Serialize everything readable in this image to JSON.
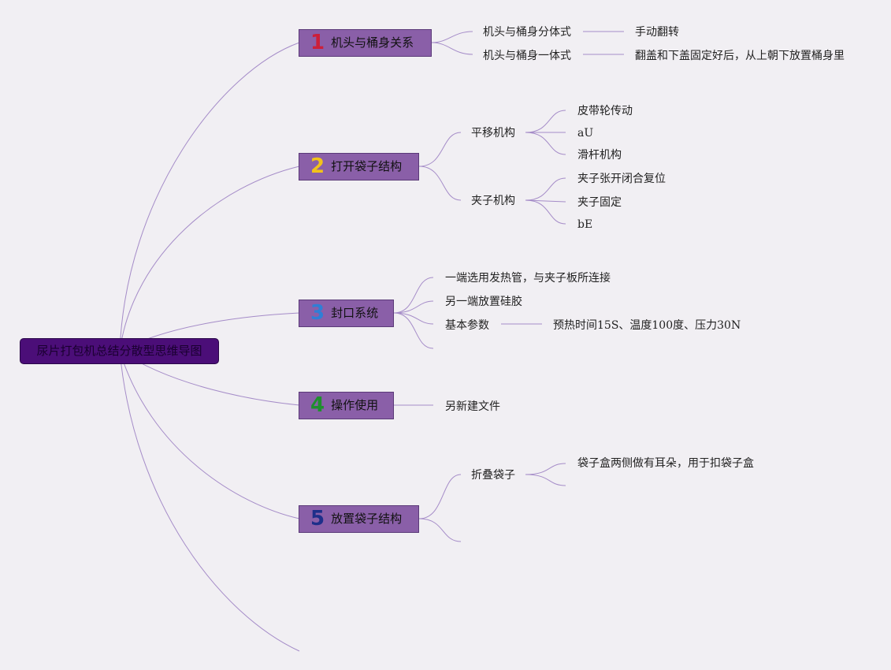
{
  "colors": {
    "background": "#f1eff3",
    "root_fill": "#4b0e78",
    "branch_fill": "#8a5fa8",
    "connector": "#a58cc8",
    "num1": "#cc1f3a",
    "num2": "#f2c21a",
    "num3": "#2f7fd6",
    "num4": "#1f8f2e",
    "num5": "#1e2f8a"
  },
  "root": {
    "label": "尿片打包机总结分散型思维导图"
  },
  "branches": [
    {
      "num": "1",
      "label": "机头与桶身关系",
      "children": [
        {
          "label": "机头与桶身分体式",
          "children": [
            {
              "label": "手动翻转"
            }
          ]
        },
        {
          "label": "机头与桶身一体式",
          "children": [
            {
              "label": "翻盖和下盖固定好后，从上朝下放置桶身里"
            }
          ]
        }
      ]
    },
    {
      "num": "2",
      "label": "打开袋子结构",
      "children": [
        {
          "label": "平移机构",
          "children": [
            {
              "label": "皮带轮传动"
            },
            {
              "label": "aU"
            },
            {
              "label": "滑杆机构"
            }
          ]
        },
        {
          "label": "夹子机构",
          "children": [
            {
              "label": "夹子张开闭合复位"
            },
            {
              "label": "夹子固定"
            },
            {
              "label": "bE"
            }
          ]
        }
      ]
    },
    {
      "num": "3",
      "label": "封口系统",
      "children": [
        {
          "label": "一端选用发热管，与夹子板所连接"
        },
        {
          "label": "另一端放置硅胶"
        },
        {
          "label": "基本参数",
          "children": [
            {
              "label": "预热时间15S、温度100度、压力30N"
            }
          ]
        },
        {
          "label": ""
        }
      ]
    },
    {
      "num": "4",
      "label": "操作使用",
      "children": [
        {
          "label": "另新建文件"
        }
      ]
    },
    {
      "num": "5",
      "label": "放置袋子结构",
      "children": [
        {
          "label": "折叠袋子",
          "children": [
            {
              "label": "袋子盒两侧做有耳朵，用于扣袋子盒"
            },
            {
              "label": ""
            }
          ]
        },
        {
          "label": ""
        }
      ]
    },
    {
      "label": ""
    }
  ]
}
